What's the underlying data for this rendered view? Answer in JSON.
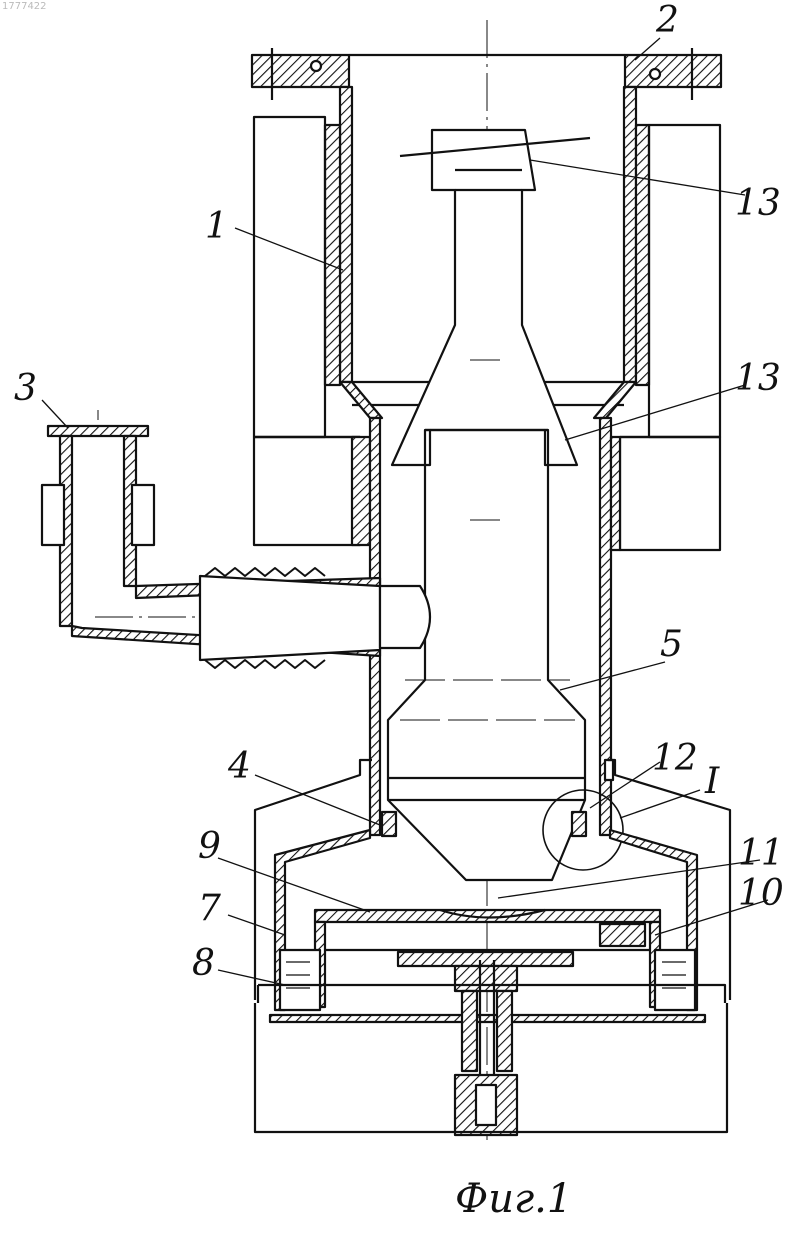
{
  "figure": {
    "doc_stamp": "1777422",
    "caption": "Фиг.1",
    "callouts": [
      {
        "id": "1",
        "text": "1"
      },
      {
        "id": "2",
        "text": "2"
      },
      {
        "id": "3",
        "text": "3"
      },
      {
        "id": "13a",
        "text": "13"
      },
      {
        "id": "13b",
        "text": "13"
      },
      {
        "id": "5",
        "text": "5"
      },
      {
        "id": "4",
        "text": "4"
      },
      {
        "id": "12",
        "text": "12"
      },
      {
        "id": "I",
        "text": "I"
      },
      {
        "id": "9",
        "text": "9"
      },
      {
        "id": "11",
        "text": "11"
      },
      {
        "id": "7",
        "text": "7"
      },
      {
        "id": "10",
        "text": "10"
      },
      {
        "id": "8",
        "text": "8"
      }
    ]
  }
}
